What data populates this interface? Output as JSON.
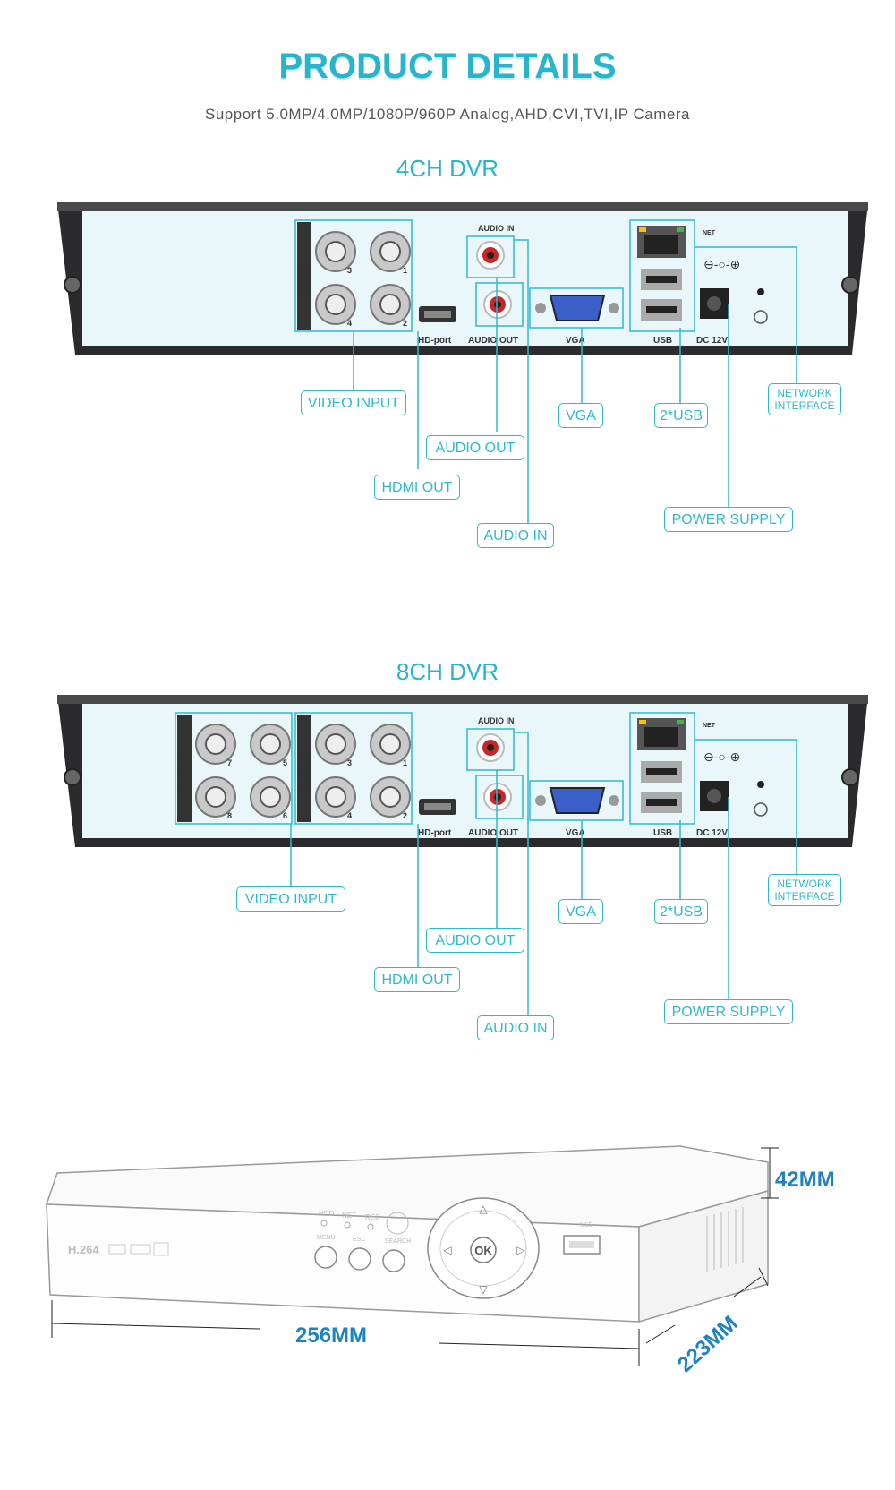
{
  "header": {
    "title": "PRODUCT DETAILS",
    "subtitle": "Support 5.0MP/4.0MP/1080P/960P  Analog,AHD,CVI,TVI,IP Camera"
  },
  "dvr4": {
    "title": "4CH  DVR",
    "panel": {
      "video_in": "VIDEO IN",
      "audio_in": "AUDIO IN",
      "hd_port": "HD-port",
      "audio_out": "AUDIO OUT",
      "vga": "VGA",
      "usb": "USB",
      "dc": "DC 12V",
      "net": "NET",
      "bnc_numbers": [
        "3",
        "1",
        "4",
        "2"
      ]
    },
    "callouts": {
      "video_input": "VIDEO INPUT",
      "audio_out": "AUDIO OUT",
      "hdmi_out": "HDMI OUT",
      "audio_in": "AUDIO IN",
      "vga": "VGA",
      "usb": "2*USB",
      "power": "POWER SUPPLY",
      "network_1": "NETWORK",
      "network_2": "INTERFACE"
    }
  },
  "dvr8": {
    "title": "8CH  DVR",
    "panel": {
      "video_in": "VIDEO IN",
      "audio_in": "AUDIO IN",
      "hd_port": "HD-port",
      "audio_out": "AUDIO OUT",
      "vga": "VGA",
      "usb": "USB",
      "dc": "DC 12V",
      "net": "NET",
      "bnc_numbers": [
        "7",
        "5",
        "8",
        "6",
        "3",
        "1",
        "4",
        "2"
      ]
    },
    "callouts": {
      "video_input": "VIDEO INPUT",
      "audio_out": "AUDIO OUT",
      "hdmi_out": "HDMI OUT",
      "audio_in": "AUDIO IN",
      "vga": "VGA",
      "usb": "2*USB",
      "power": "POWER SUPPLY",
      "network_1": "NETWORK",
      "network_2": "INTERFACE"
    }
  },
  "front": {
    "codec_label": "H.264",
    "ok_label": "OK",
    "usb_label": "USB",
    "led_labels": [
      "HDD",
      "NET",
      "REC"
    ],
    "button_labels": [
      "MENU",
      "ESC",
      "SEARCH"
    ],
    "height": "42MM",
    "width": "256MM",
    "depth": "223MM"
  },
  "colors": {
    "accent": "#27b4cc",
    "dimension": "#1f83bf",
    "panel": "#e8f7fb",
    "case": "#2b2b2d"
  }
}
